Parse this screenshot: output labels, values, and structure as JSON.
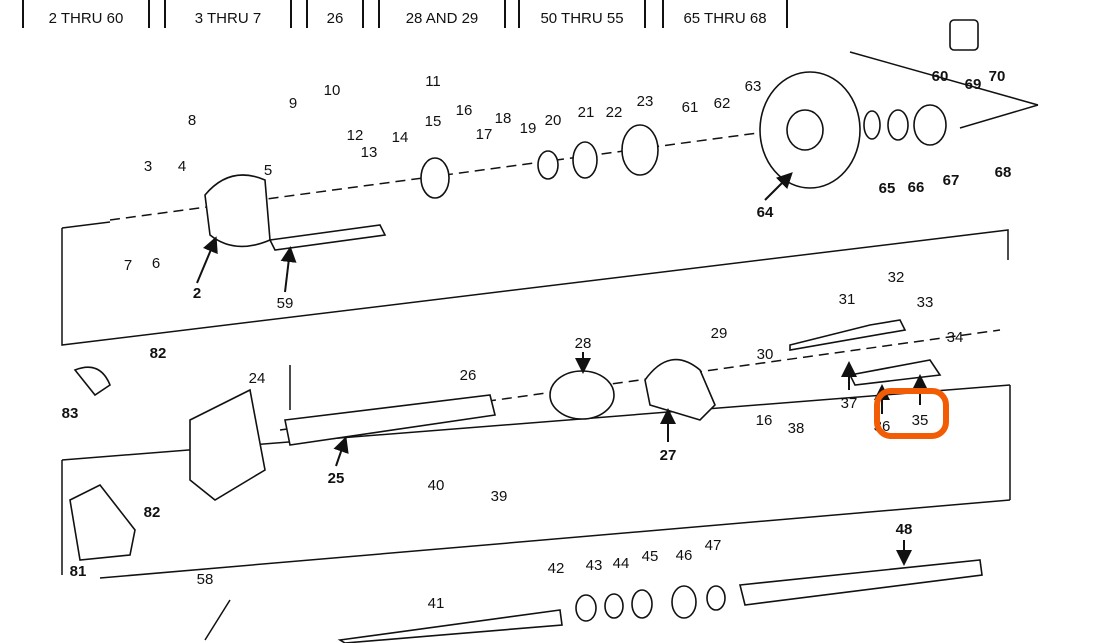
{
  "tabs": [
    "2 THRU 60",
    "3 THRU 7",
    "26",
    "28 AND 29",
    "50 THRU 55",
    "65 THRU 68"
  ],
  "highlight": {
    "label": "35",
    "color": "#f25c05"
  },
  "labels": {
    "p2": "2",
    "p3": "3",
    "p4": "4",
    "p5": "5",
    "p6": "6",
    "p7": "7",
    "p8": "8",
    "p9": "9",
    "p10": "10",
    "p11": "11",
    "p12": "12",
    "p13": "13",
    "p14": "14",
    "p15": "15",
    "p16": "16",
    "p16b": "16",
    "p17": "17",
    "p18": "18",
    "p19": "19",
    "p20": "20",
    "p21": "21",
    "p22": "22",
    "p23": "23",
    "p24": "24",
    "p25": "25",
    "p26": "26",
    "p27": "27",
    "p28": "28",
    "p29": "29",
    "p30": "30",
    "p31": "31",
    "p32": "32",
    "p33": "33",
    "p34": "34",
    "p35": "35",
    "p36": "36",
    "p37": "37",
    "p38": "38",
    "p39": "39",
    "p40": "40",
    "p41": "41",
    "p42": "42",
    "p43": "43",
    "p44": "44",
    "p45": "45",
    "p46": "46",
    "p47": "47",
    "p48": "48",
    "p58": "58",
    "p59": "59",
    "p60": "60",
    "p61": "61",
    "p62": "62",
    "p63": "63",
    "p64": "64",
    "p65": "65",
    "p66": "66",
    "p67": "67",
    "p68": "68",
    "p69": "69",
    "p70": "70",
    "p81": "81",
    "p82": "82",
    "p82b": "82",
    "p83": "83"
  }
}
